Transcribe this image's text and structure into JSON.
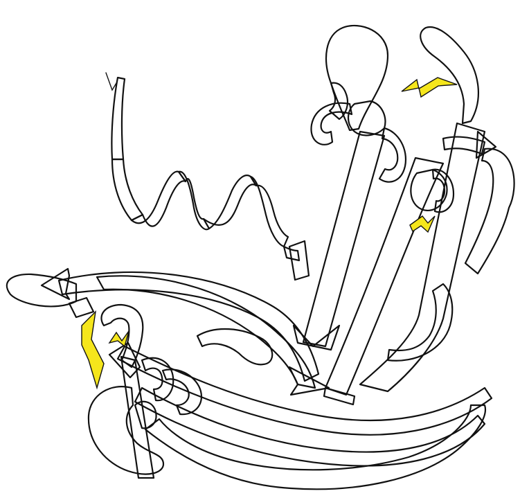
{
  "figure": {
    "kind": "protein-ribbon-diagram",
    "elements": [
      "alpha-helix",
      "beta-strand-sheet-a",
      "beta-strand-sheet-b",
      "coil-loop",
      "disulfide-bond"
    ]
  },
  "colors": {
    "helix": "#f2ddd8",
    "sheet_a": "#dfe4ee",
    "sheet_b": "#dcefe6",
    "coil": "#ffffff",
    "disulfide": "#f5e61c",
    "outline": "#111111",
    "background": "#ffffff"
  }
}
